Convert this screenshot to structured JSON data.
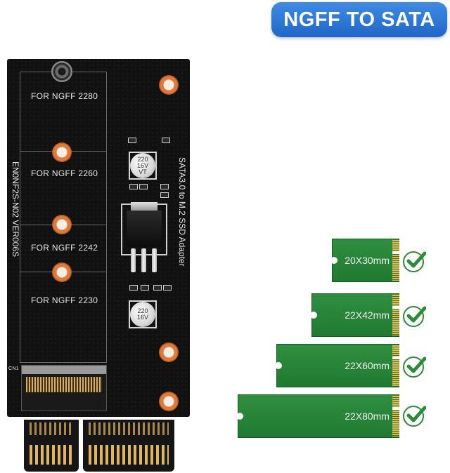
{
  "header": {
    "badge_text": "NGFF TO SATA"
  },
  "board": {
    "slot_labels": [
      "FOR NGFF 2280",
      "FOR NGFF 2260",
      "FOR NGFF 2242",
      "FOR NGFF 2230"
    ],
    "part_number": "EN0NF2S-N02 VER006S",
    "product_name": "SATA3.0 to M.2 SSD Adapter",
    "connector_ref": "CN1",
    "cap1_text": [
      "220",
      "16V",
      "VT"
    ],
    "cap2_text": [
      "220",
      "16V"
    ]
  },
  "ssd_sizes": [
    {
      "label": "20X30mm",
      "supported": true
    },
    {
      "label": "22X42mm",
      "supported": true
    },
    {
      "label": "22X60mm",
      "supported": true
    },
    {
      "label": "22X80mm",
      "supported": true
    }
  ],
  "colors": {
    "badge": "#2f7ad8",
    "pcb": "#111111",
    "ssd_green": "#2a873a",
    "check_green": "#2f8a3a"
  }
}
